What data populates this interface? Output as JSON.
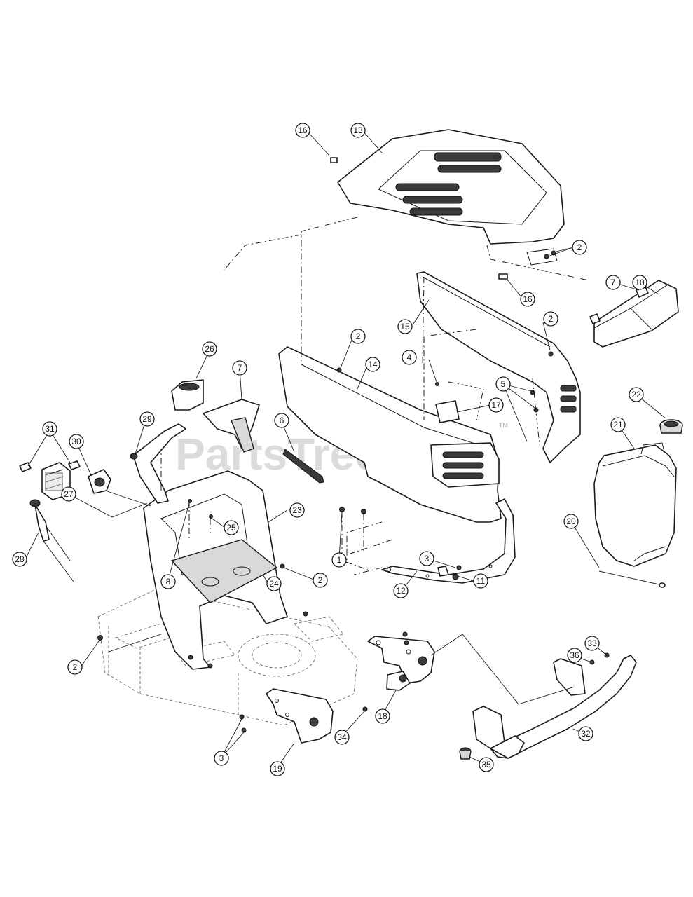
{
  "watermark": {
    "text": "PartsTree",
    "mark": "TM"
  },
  "callouts": [
    "16",
    "13",
    "2",
    "7",
    "10",
    "16",
    "15",
    "2",
    "2",
    "14",
    "4",
    "5",
    "17",
    "26",
    "7",
    "29",
    "6",
    "31",
    "30",
    "27",
    "28",
    "25",
    "23",
    "8",
    "2",
    "24",
    "1",
    "3",
    "12",
    "11",
    "22",
    "21",
    "20",
    "2",
    "33",
    "36",
    "18",
    "34",
    "19",
    "3",
    "32",
    "35"
  ]
}
